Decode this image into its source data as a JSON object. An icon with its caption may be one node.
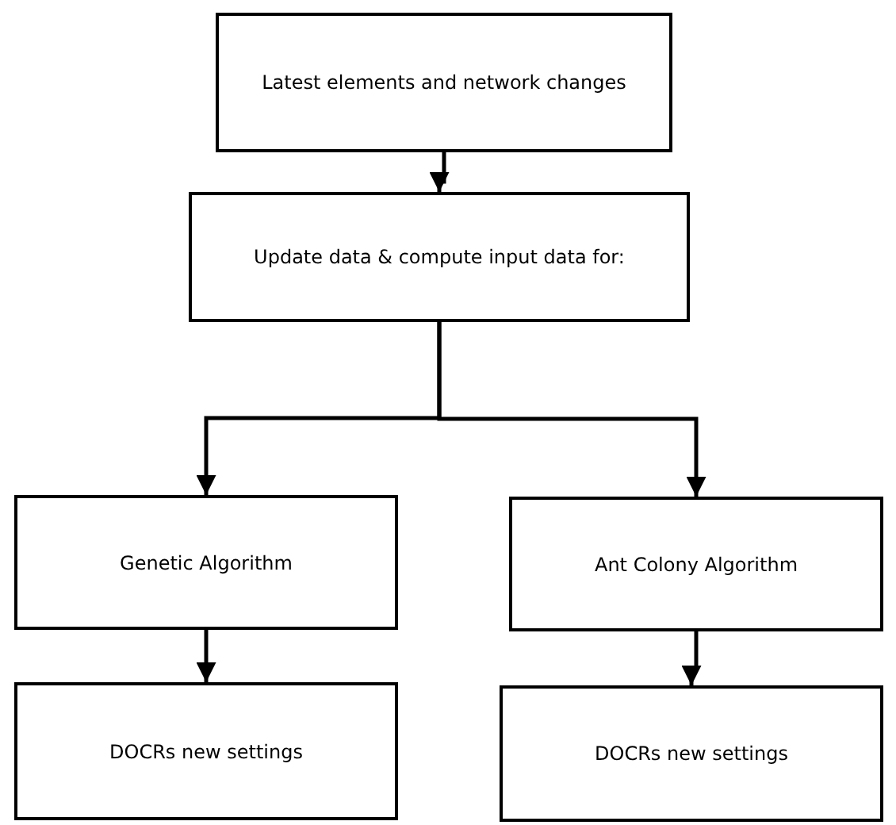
{
  "diagram": {
    "nodes": [
      {
        "text": [
          "Latest elements and network changes"
        ]
      },
      {
        "text": [
          "Update data & compute input data for:"
        ]
      },
      {
        "text": [
          "Genetic Algorithm"
        ]
      },
      {
        "text": [
          "Ant Colony Algorithm"
        ]
      },
      {
        "text": [
          "DOCRs new settings"
        ]
      },
      {
        "text": [
          "DOCRs new settings"
        ]
      }
    ],
    "edges": [
      {
        "from": 0,
        "to": 1,
        "arrow": "to"
      },
      {
        "from": 1,
        "to": 2,
        "arrow": "to"
      },
      {
        "from": 1,
        "to": 3,
        "arrow": "to"
      },
      {
        "from": 2,
        "to": 4,
        "arrow": "to"
      },
      {
        "from": 3,
        "to": 5,
        "arrow": "to"
      }
    ]
  }
}
